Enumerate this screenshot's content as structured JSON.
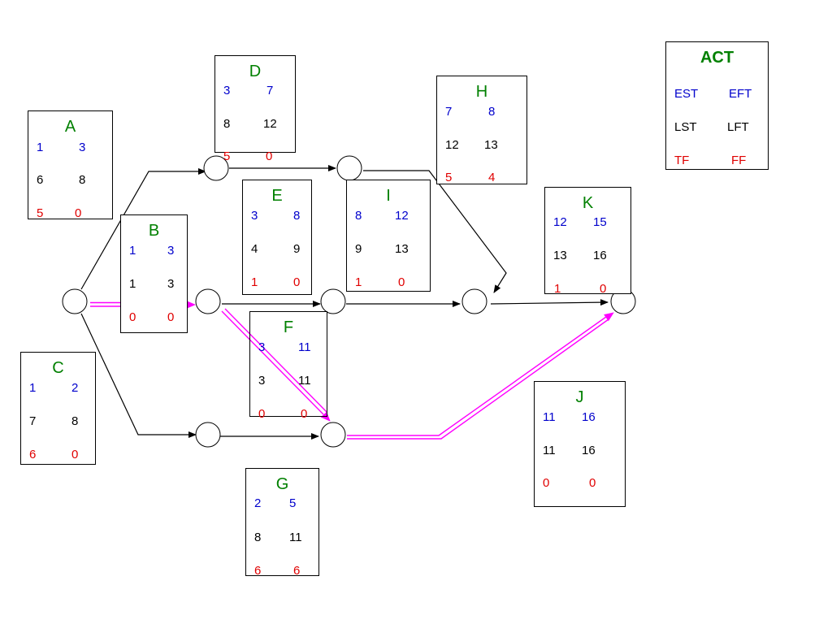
{
  "colors": {
    "title": "#008000",
    "early": "#0000cc",
    "late": "#000000",
    "float": "#e00000",
    "critical_path": "#ff00ff",
    "edge": "#000000"
  },
  "legend": {
    "title": "ACT",
    "est": "EST",
    "eft": "EFT",
    "lst": "LST",
    "lft": "LFT",
    "tf": "TF",
    "ff": "FF"
  },
  "activities": [
    {
      "id": "A",
      "est": "1",
      "eft": "3",
      "lst": "6",
      "lft": "8",
      "tf": "5",
      "ff": "0"
    },
    {
      "id": "B",
      "est": "1",
      "eft": "3",
      "lst": "1",
      "lft": "3",
      "tf": "0",
      "ff": "0"
    },
    {
      "id": "C",
      "est": "1",
      "eft": "2",
      "lst": "7",
      "lft": "8",
      "tf": "6",
      "ff": "0"
    },
    {
      "id": "D",
      "est": "3",
      "eft": "7",
      "lst": "8",
      "lft": "12",
      "tf": "5",
      "ff": "0"
    },
    {
      "id": "E",
      "est": "3",
      "eft": "8",
      "lst": "4",
      "lft": "9",
      "tf": "1",
      "ff": "0"
    },
    {
      "id": "F",
      "est": "3",
      "eft": "11",
      "lst": "3",
      "lft": "11",
      "tf": "0",
      "ff": "0"
    },
    {
      "id": "G",
      "est": "2",
      "eft": "5",
      "lst": "8",
      "lft": "11",
      "tf": "6",
      "ff": "6"
    },
    {
      "id": "H",
      "est": "7",
      "eft": "8",
      "lst": "12",
      "lft": "13",
      "tf": "5",
      "ff": "4"
    },
    {
      "id": "I",
      "est": "8",
      "eft": "12",
      "lst": "9",
      "lft": "13",
      "tf": "1",
      "ff": "0"
    },
    {
      "id": "J",
      "est": "11",
      "eft": "16",
      "lst": "11",
      "lft": "16",
      "tf": "0",
      "ff": "0"
    },
    {
      "id": "K",
      "est": "12",
      "eft": "15",
      "lst": "13",
      "lft": "16",
      "tf": "1",
      "ff": "0"
    }
  ]
}
